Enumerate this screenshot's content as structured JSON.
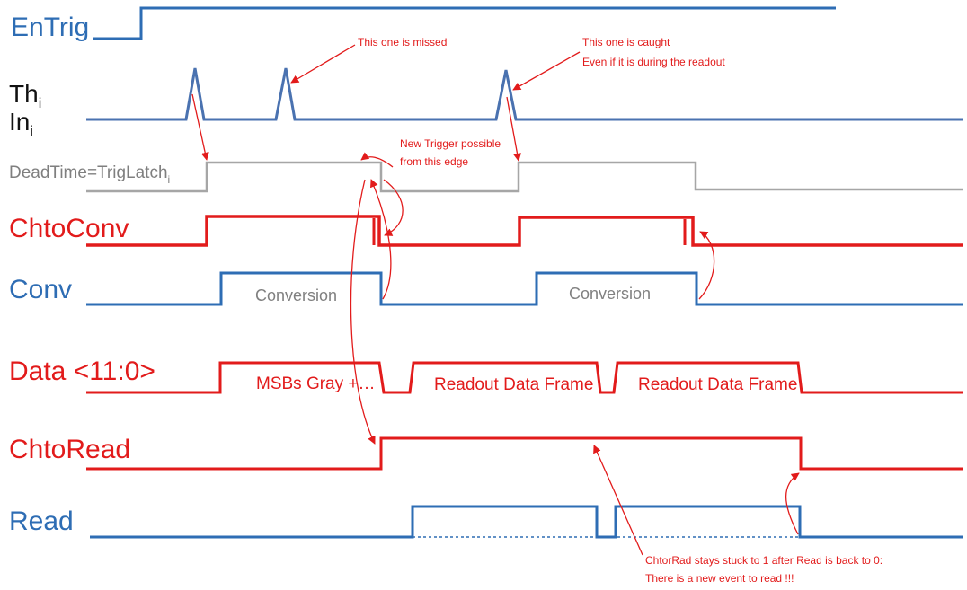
{
  "signals": {
    "entrig": "EnTrig",
    "th_main": "Th",
    "th_sub": "i",
    "in_main": "In",
    "in_sub": "i",
    "deadtime_main": "DeadTime=TrigLatch",
    "deadtime_sub": "i",
    "chtoconv": "ChtoConv",
    "conv": "Conv",
    "data": "Data <11:0>",
    "chtoread": "ChtoRead",
    "read": "Read"
  },
  "waveform_labels": {
    "conversion_1": "Conversion",
    "conversion_2": "Conversion",
    "msbs_gray": "MSBs Gray +…",
    "readout_frame_1": "Readout Data Frame",
    "readout_frame_2": "Readout Data Frame"
  },
  "annotations": {
    "missed": "This one is missed",
    "caught_line1": "This one is caught",
    "caught_line2": "Even if it is during the readout",
    "new_trigger_line1": "New Trigger possible",
    "new_trigger_line2": "from this edge",
    "stuck_line1": "ChtorRad stays stuck to  1 after Read is back to 0:",
    "stuck_line2": "There is a new event to read !!!"
  },
  "colors": {
    "blue": "#2e6db4",
    "red": "#e21b1b",
    "gray": "#a0a0a0",
    "black": "#111111"
  }
}
